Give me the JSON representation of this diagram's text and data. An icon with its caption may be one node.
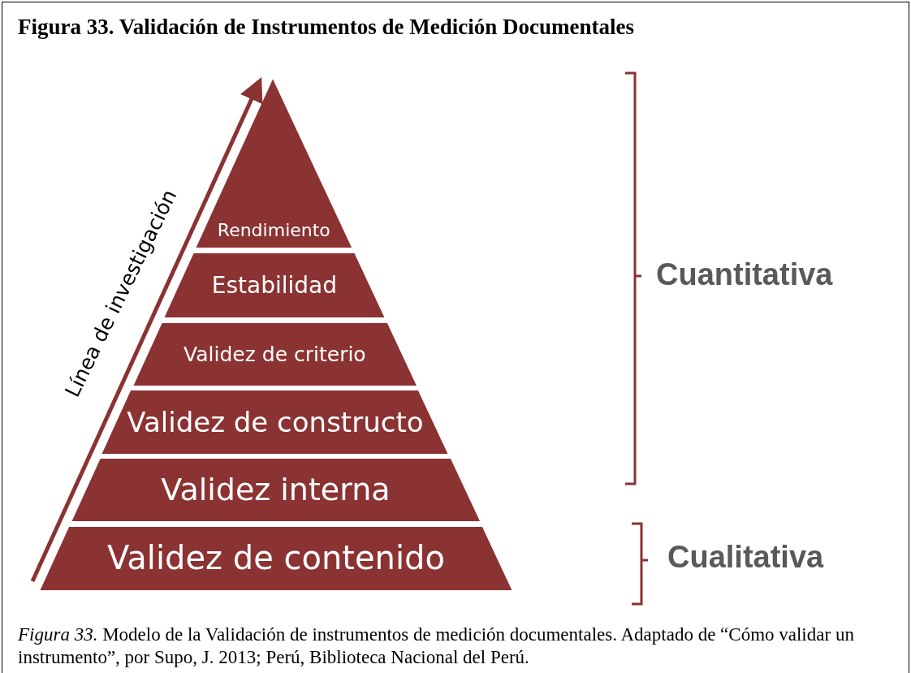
{
  "diagram": {
    "title": "Figura 33. Validación de Instrumentos de Medición Documentales",
    "caption": "*Figura 33.* Modelo de la Validación de instrumentos de medición documentales. Adaptado de “Cómo validar un instrumento”, por Supo, J. 2013; Perú, Biblioteca Nacional del Perú.",
    "nodes": [
      {
        "text": [
          "Rendimiento"
        ]
      },
      {
        "text": [
          "Estabilidad"
        ]
      },
      {
        "text": [
          "Validez de criterio"
        ]
      },
      {
        "text": [
          "Validez de constructo"
        ]
      },
      {
        "text": [
          "Validez interna"
        ]
      },
      {
        "text": [
          "Validez de contenido"
        ]
      }
    ],
    "edges": [],
    "labels": [
      "Línea de investigación",
      "Cuantitativa",
      "Cualitativa"
    ]
  }
}
